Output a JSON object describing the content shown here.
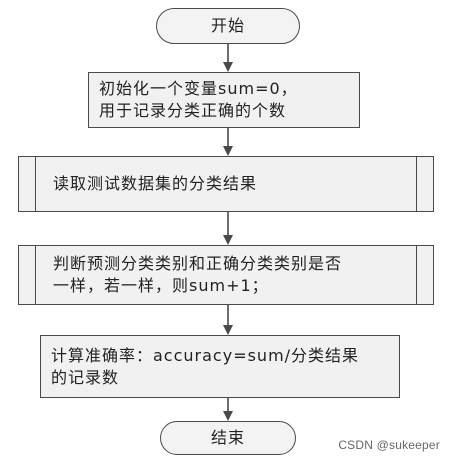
{
  "flowchart": {
    "start": "开始",
    "step1": "初始化一个变量sum=0，\n用于记录分类正确的个数",
    "step2": "读取测试数据集的分类结果",
    "step3": "判断预测分类类别和正确分类类别是否\n一样，若一样，则sum+1；",
    "step4": "计算准确率：accuracy=sum/分类结果\n的记录数",
    "end": "结束"
  },
  "watermark": "CSDN @sukeeper",
  "colors": {
    "line": "#4a4a4a",
    "box_fill": "#f1f1f1"
  }
}
